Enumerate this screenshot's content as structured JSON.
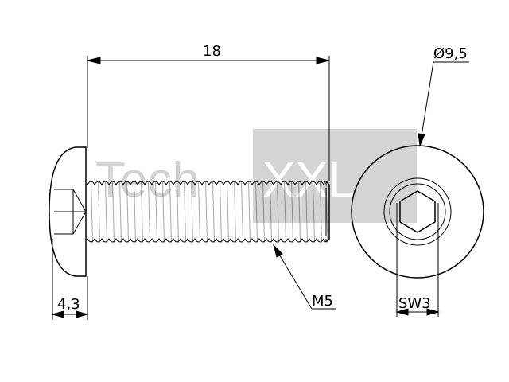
{
  "drawing": {
    "watermark": {
      "word1": "Tech",
      "word2": "XXL"
    },
    "dimensions": {
      "length": "18",
      "head_height": "4,3",
      "thread": "M5",
      "head_diameter": "Ø9,5",
      "socket_size": "SW3"
    }
  },
  "colors": {
    "line": "#000000",
    "watermark_text": "#d2d2d2",
    "watermark_box": "#d4d4d4",
    "watermark_box_text": "#ffffff",
    "background": "#ffffff"
  }
}
